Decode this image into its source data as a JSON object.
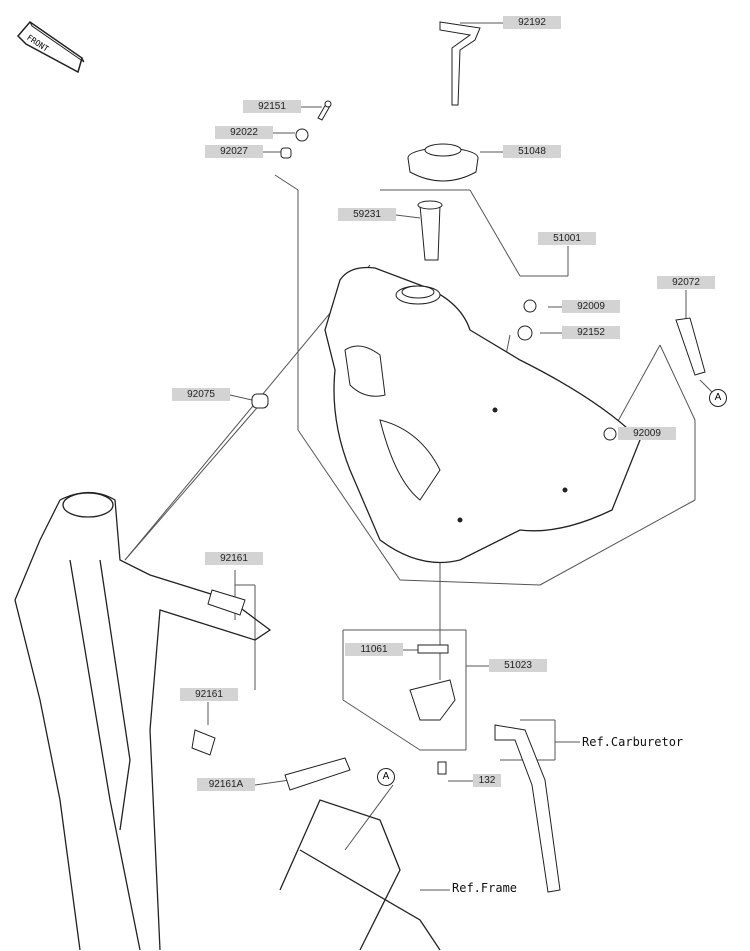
{
  "orientation": {
    "label": "FRONT",
    "icon": "front-arrow-icon"
  },
  "parts": {
    "p92192": "92192",
    "p92151": "92151",
    "p92022": "92022",
    "p92027": "92027",
    "p51048": "51048",
    "p59231": "59231",
    "p51001": "51001",
    "p92072": "92072",
    "p92009a": "92009",
    "p92152": "92152",
    "p92075": "92075",
    "p92009b": "92009",
    "p92161a": "92161",
    "p92161b": "92161",
    "p92161A": "92161A",
    "p11061": "11061",
    "p51023": "51023",
    "p132": "132"
  },
  "references": {
    "carburetor": "Ref.Carburetor",
    "frame": "Ref.Frame"
  },
  "markers": {
    "a1": "A",
    "a2": "A"
  }
}
